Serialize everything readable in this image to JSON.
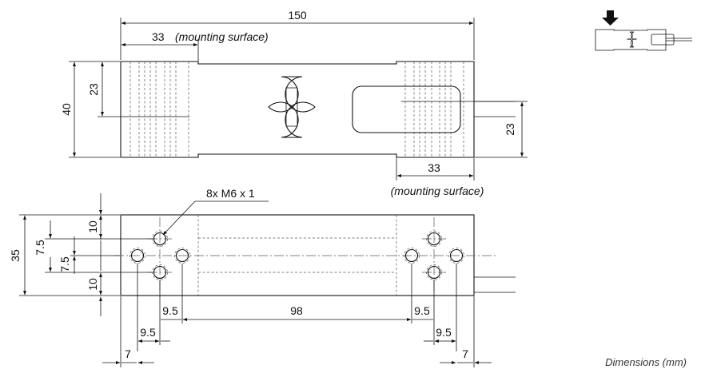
{
  "top_view": {
    "length": "150",
    "left_mount": "33",
    "left_mount_label": "(mounting surface)",
    "height": "40",
    "left_offset": "23",
    "right_offset": "23",
    "right_mount": "33",
    "right_mount_label": "(mounting surface)"
  },
  "side_view": {
    "thread_note": "8x M6 x 1",
    "height": "35",
    "top_edge": "10",
    "upper_half": "7.5",
    "lower_half": "7.5",
    "bottom_edge": "10",
    "left_spacing_a": "9.5",
    "left_spacing_b": "9.5",
    "center_span": "98",
    "right_spacing_a": "9.5",
    "right_spacing_b": "9.5",
    "left_edge": "7",
    "right_edge": "7"
  },
  "footer": {
    "units_note": "Dimensions (mm)"
  },
  "icons": {
    "load_direction": "down-arrow-icon"
  }
}
